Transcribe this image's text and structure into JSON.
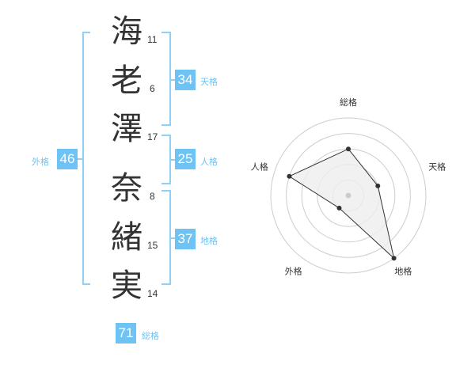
{
  "name": {
    "characters": [
      {
        "char": "海",
        "strokes": "11"
      },
      {
        "char": "老",
        "strokes": "6"
      },
      {
        "char": "澤",
        "strokes": "17"
      },
      {
        "char": "奈",
        "strokes": "8"
      },
      {
        "char": "緒",
        "strokes": "15"
      },
      {
        "char": "実",
        "strokes": "14"
      }
    ]
  },
  "fortune": {
    "tenkaku": {
      "label": "天格",
      "value": "34"
    },
    "jinkaku": {
      "label": "人格",
      "value": "25"
    },
    "chikaku": {
      "label": "地格",
      "value": "37"
    },
    "gaikaku": {
      "label": "外格",
      "value": "46"
    },
    "soukaku": {
      "label": "総格",
      "value": "71"
    }
  },
  "radar": {
    "axes": [
      "総格",
      "天格",
      "地格",
      "外格",
      "人格"
    ],
    "values": [
      3,
      2,
      5,
      1,
      4
    ],
    "max": 5,
    "colors": {
      "fill": "#eeeeee",
      "line": "#333333",
      "ring": "#cccccc",
      "center": "#cccccc"
    }
  },
  "colors": {
    "accent": "#6ec3f4",
    "bracket": "#8fd0f5"
  }
}
